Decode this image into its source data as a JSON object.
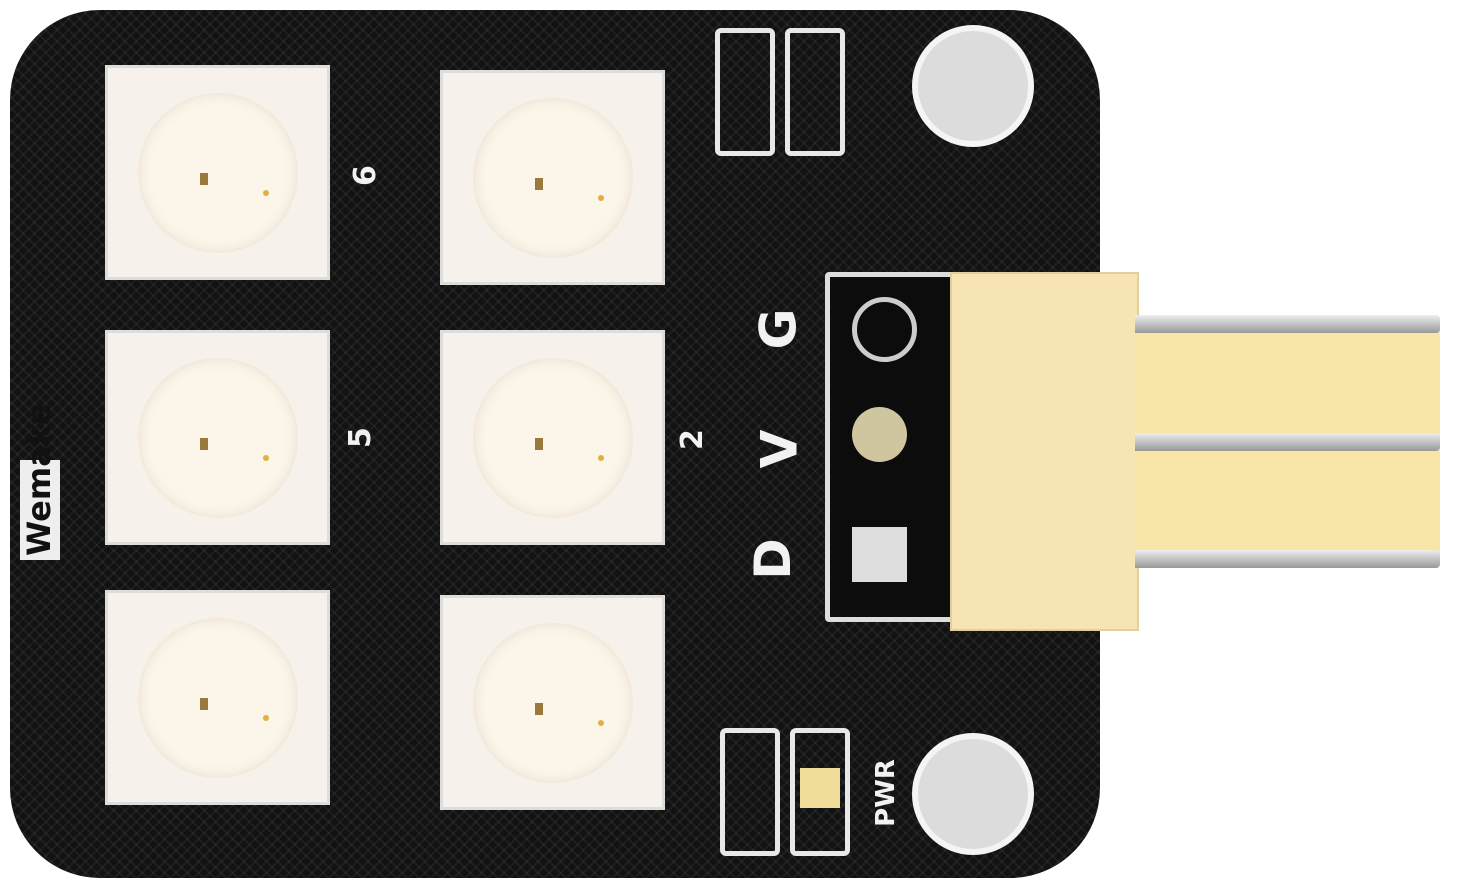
{
  "brand_label": "Wemake",
  "pin_labels": {
    "g": "G",
    "v": "V",
    "d": "D"
  },
  "led_numbers": {
    "six": "6",
    "five": "5",
    "two": "2"
  },
  "power_label": "PWR",
  "colors": {
    "board": "#121212",
    "led": "#f6f1ea",
    "connector": "#f6e2b0"
  }
}
